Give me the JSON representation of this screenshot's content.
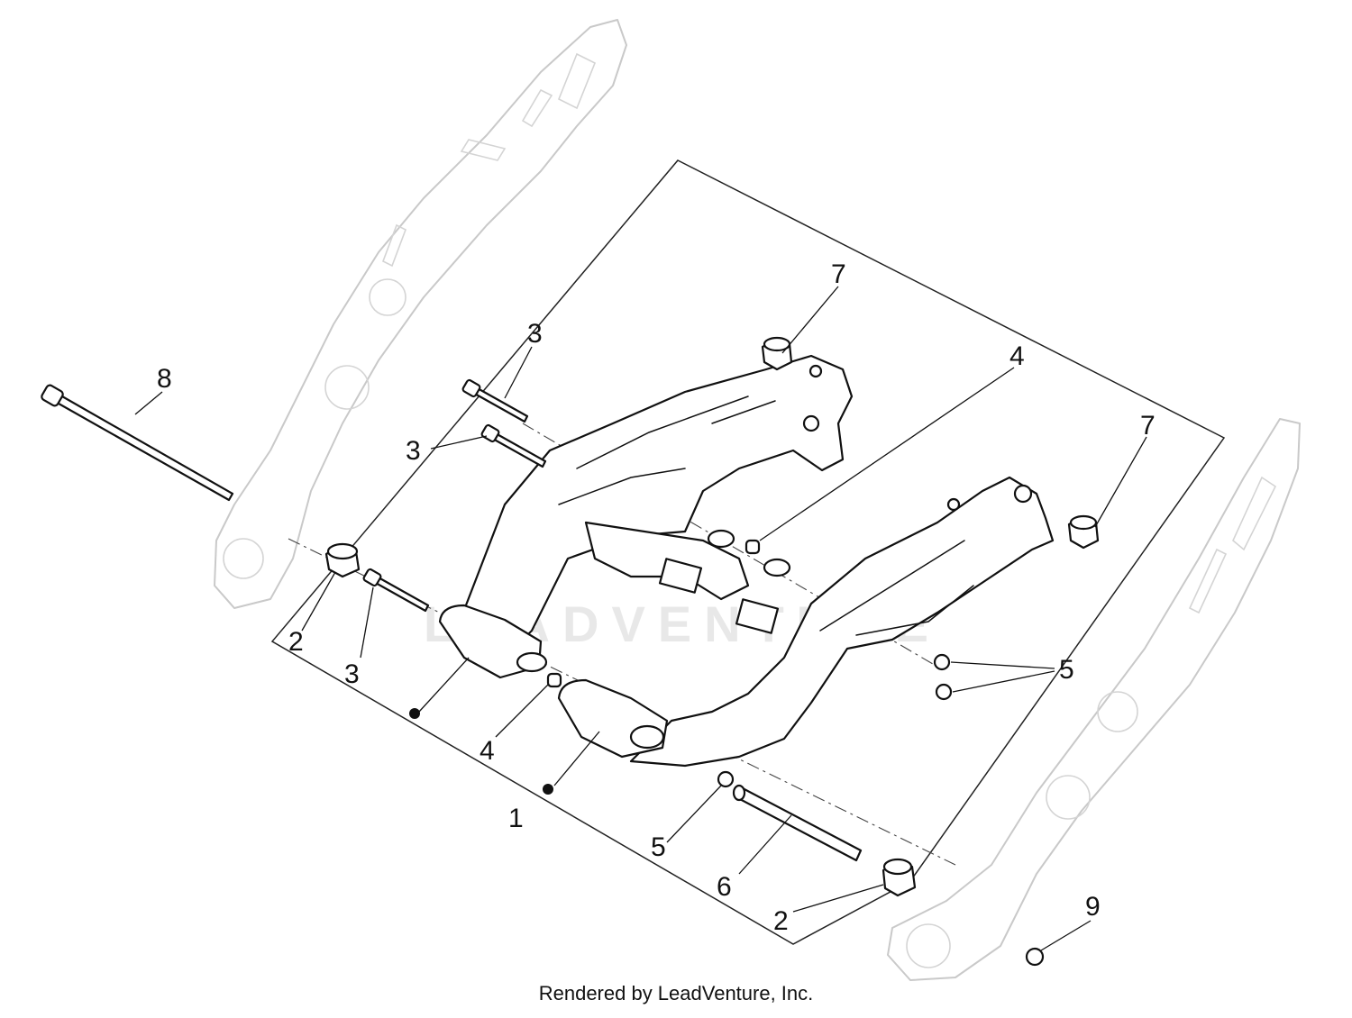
{
  "callouts": {
    "c1": "1",
    "c2a": "2",
    "c2b": "2",
    "c3a": "3",
    "c3b": "3",
    "c3c": "3",
    "c4a": "4",
    "c4b": "4",
    "c5a": "5",
    "c5b": "5",
    "c6": "6",
    "c7a": "7",
    "c7b": "7",
    "c8": "8",
    "c9": "9"
  },
  "watermark": "LEADVENTURE",
  "credit": "Rendered by LeadVenture, Inc."
}
